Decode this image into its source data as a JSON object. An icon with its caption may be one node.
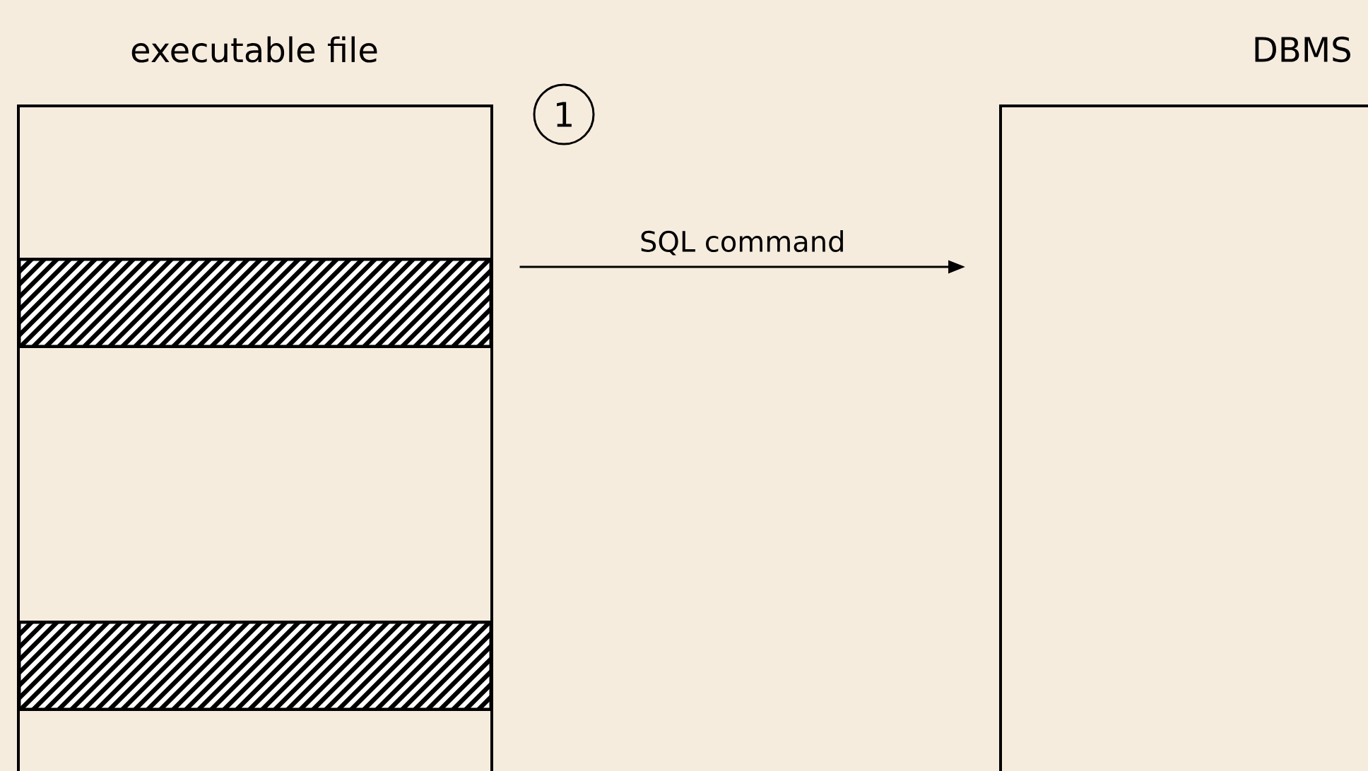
{
  "diagram": {
    "nodes": [
      {
        "text": [
          "executable file"
        ]
      },
      {
        "text": [],
        "shape": "bar",
        "in": 0
      },
      {
        "text": [],
        "shape": "bar",
        "in": 0
      },
      {
        "text": [
          "1"
        ]
      },
      {
        "text": [
          "DBMS"
        ]
      }
    ],
    "edges": [
      {
        "from": 1,
        "to": 4,
        "arrow": "to",
        "label": "SQL command"
      }
    ]
  }
}
